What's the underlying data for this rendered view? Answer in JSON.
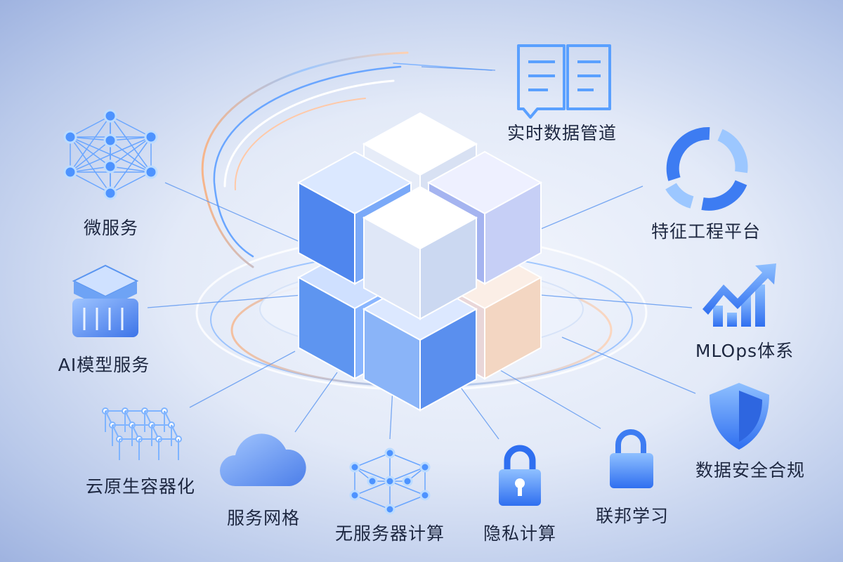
{
  "title": "AI 云原生架构",
  "colors": {
    "accent": "#3d7cf2",
    "accent_light": "#7fb4ff",
    "text": "#1d2740",
    "glow": "#f7b58a"
  },
  "nodes": [
    {
      "id": "realtime-pipeline",
      "label": "实时数据管道",
      "icon": "document-icon"
    },
    {
      "id": "feature-platform",
      "label": "特征工程平台",
      "icon": "cycle-arrows-icon"
    },
    {
      "id": "mlops",
      "label": "MLOps体系",
      "icon": "growth-chart-icon"
    },
    {
      "id": "data-security",
      "label": "数据安全合规",
      "icon": "shield-icon"
    },
    {
      "id": "federated-learning",
      "label": "联邦学习",
      "icon": "lock-icon"
    },
    {
      "id": "privacy-computing",
      "label": "隐私计算",
      "icon": "keyhole-lock-icon"
    },
    {
      "id": "serverless",
      "label": "无服务器计算",
      "icon": "network-icon"
    },
    {
      "id": "service-mesh",
      "label": "服务网格",
      "icon": "cloud-icon"
    },
    {
      "id": "cloud-native",
      "label": "云原生容器化",
      "icon": "lattice-icon"
    },
    {
      "id": "ai-model-service",
      "label": "AI模型服务",
      "icon": "server-icon"
    },
    {
      "id": "microservices",
      "label": "微服务",
      "icon": "network-graph-icon"
    }
  ]
}
